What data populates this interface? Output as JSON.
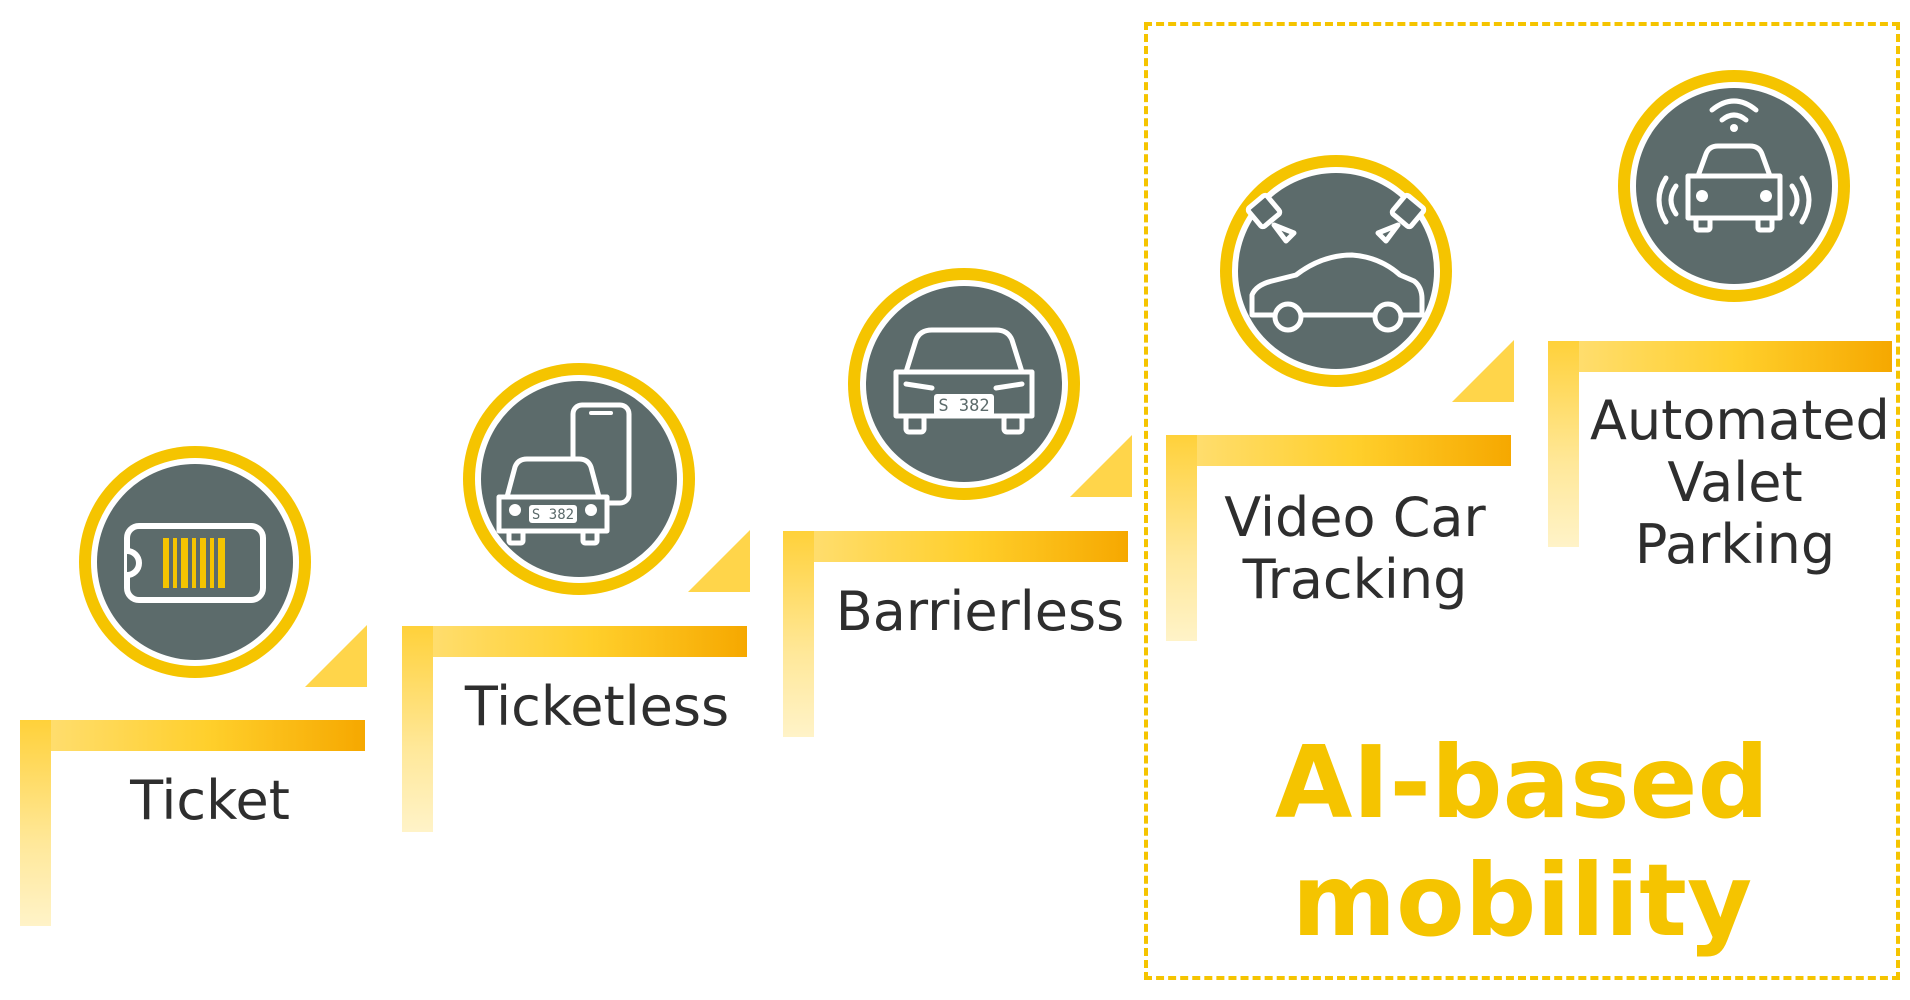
{
  "steps": [
    {
      "label": "Ticket",
      "icon": "ticket-barcode-icon"
    },
    {
      "label": "Ticketless",
      "icon": "car-smartphone-plate-icon",
      "plate": "S 382"
    },
    {
      "label": "Barrierless",
      "icon": "car-front-plate-icon",
      "plate": "S 382"
    },
    {
      "label_lines": [
        "Video Car",
        "Tracking"
      ],
      "icon": "car-cameras-icon"
    },
    {
      "label_lines": [
        "Automated",
        "Valet",
        "Parking"
      ],
      "icon": "autonomous-car-sensor-icon"
    }
  ],
  "highlight": {
    "title_lines": [
      "AI-based",
      "mobility"
    ]
  },
  "colors": {
    "accent": "#f5c400",
    "ring": "#f5c400",
    "icon_fill": "#5c6b6b",
    "text": "#2e2e2e"
  }
}
